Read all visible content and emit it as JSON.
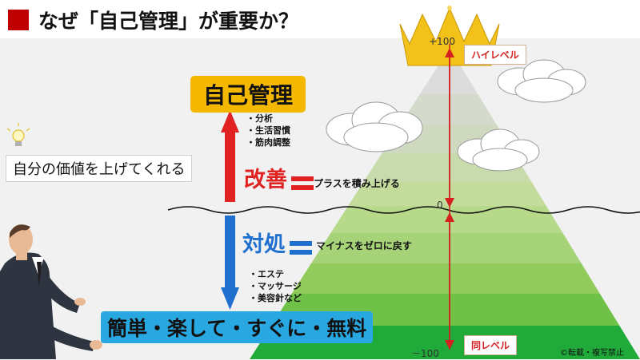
{
  "header": {
    "title": "なぜ「自己管理」が重要か？",
    "accent": "#c00000"
  },
  "self_management": {
    "label": "自己管理",
    "bullets": [
      "・分析",
      "・生活習慣",
      "・筋肉調整"
    ]
  },
  "value_caption": "自分の価値を上げてくれる",
  "kaizen": {
    "label": "改善",
    "description": "プラスを積み上げる",
    "color": "#e02222"
  },
  "taisho": {
    "label": "対処",
    "description": "マイナスをゼロに戻す",
    "color": "#1f6fcf",
    "bullets": [
      "・エステ",
      "・マッサージ",
      "・美容針など"
    ]
  },
  "easy_caption": "簡単・楽して・すぐに・無料",
  "axis": {
    "top": "+100",
    "zero": "0",
    "bottom": "－100"
  },
  "high_level": "ハイレベル",
  "same_level": "同レベル",
  "copyright": "©転載・複写禁止",
  "icons": [
    "lightbulb-icon",
    "crown-icon",
    "cloud-icon",
    "man-illustration"
  ]
}
